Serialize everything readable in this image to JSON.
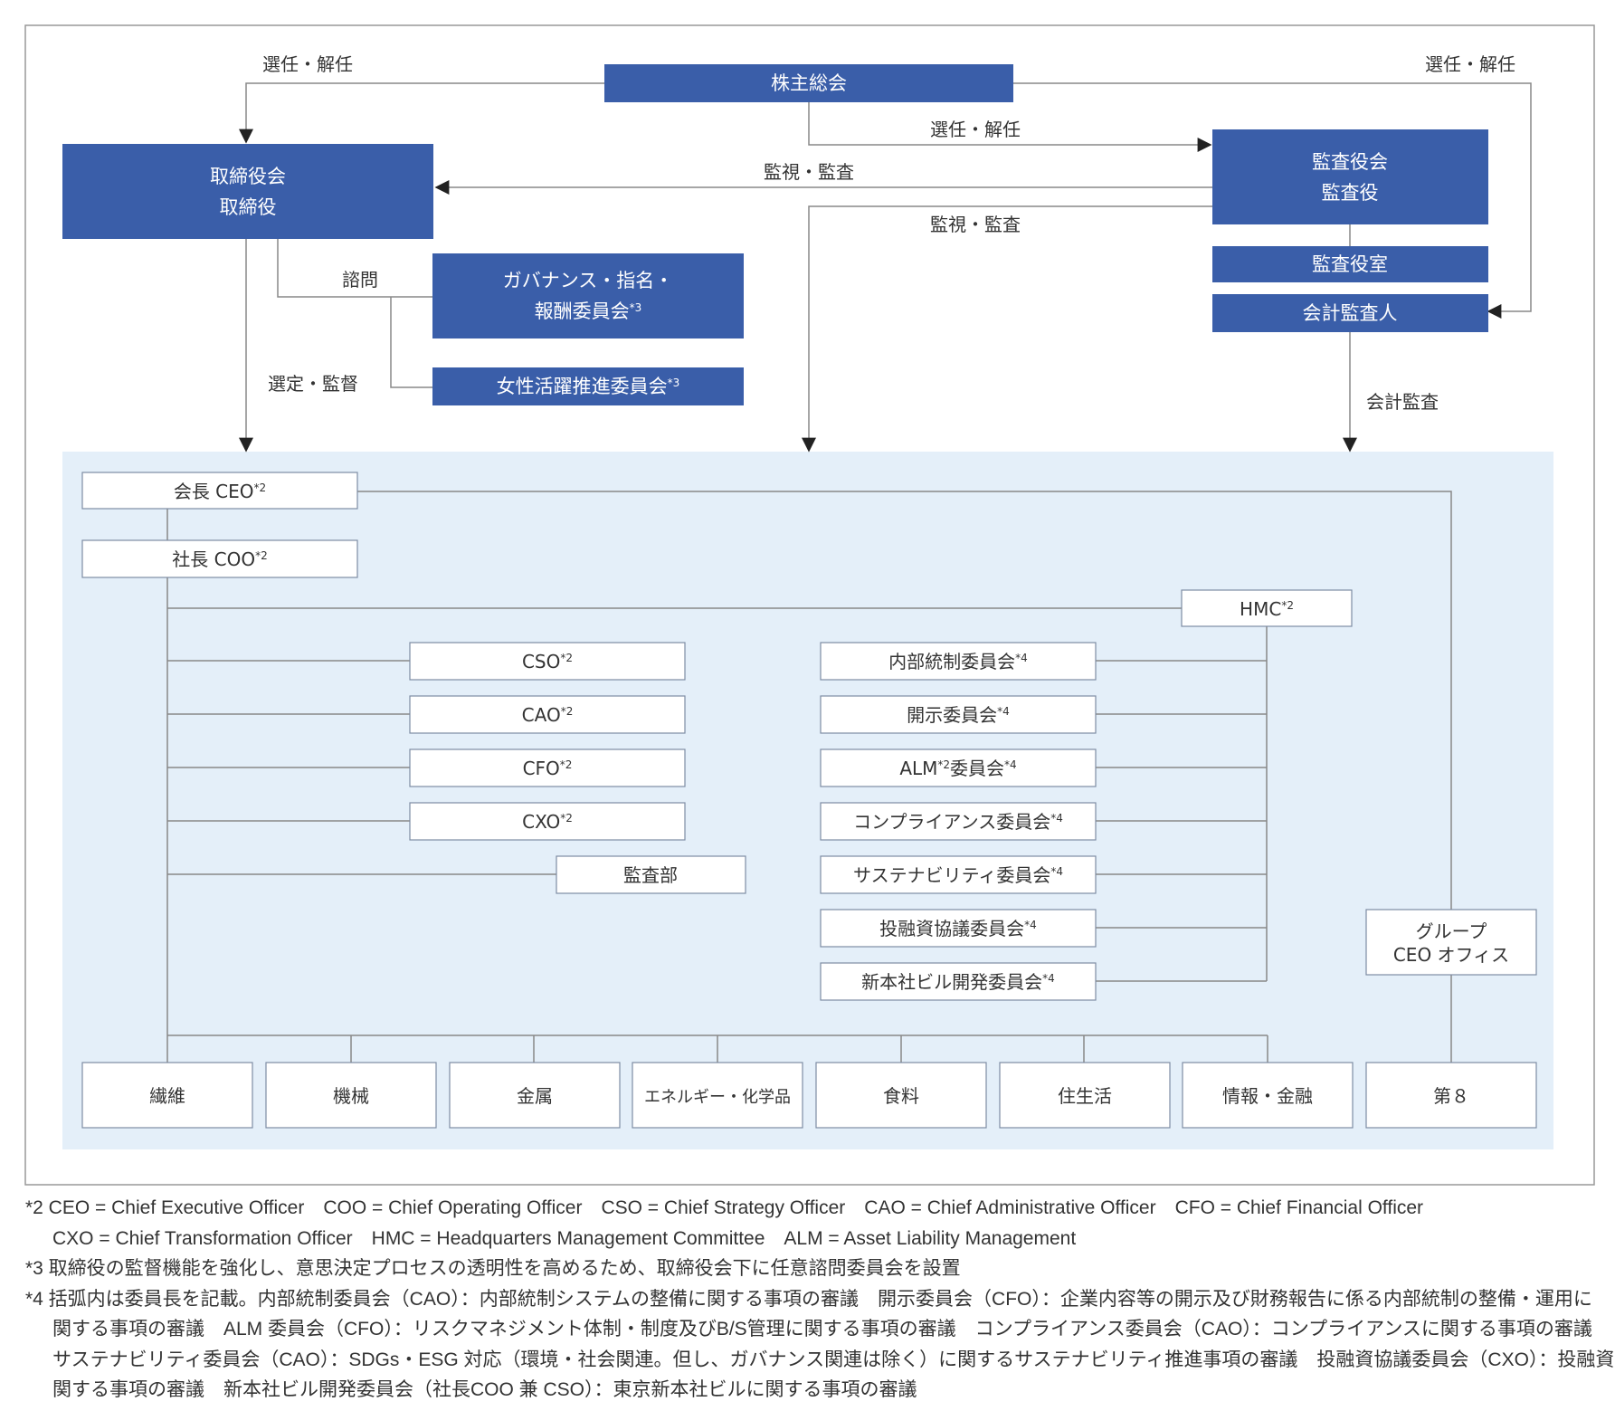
{
  "colors": {
    "accent": "#3a5ea9",
    "panel": "#e4eff9",
    "line": "#888888",
    "frame": "#999999"
  },
  "top": {
    "shareholders": "株主総会",
    "board": [
      "取締役会",
      "取締役"
    ],
    "auditors": [
      "監査役会",
      "監査役"
    ],
    "auditors_office": "監査役室",
    "accounting_auditor": "会計監査人",
    "governance_committee": [
      "ガバナンス・指名・",
      "報酬委員会"
    ],
    "women_committee": "女性活躍推進委員会",
    "note3": "*3"
  },
  "labels": {
    "appoint_dismiss_left": "選任・解任",
    "appoint_dismiss_right": "選任・解任",
    "appoint_dismiss_center": "選任・解任",
    "monitor_audit_1": "監視・監査",
    "monitor_audit_2": "監視・監査",
    "advisory": "諮問",
    "select_supervise": "選定・監督",
    "accounting_audit": "会計監査"
  },
  "executives": {
    "ceo": "会長 CEO",
    "coo": "社長 COO",
    "hmc": "HMC",
    "officers": [
      "CSO",
      "CAO",
      "CFO",
      "CXO"
    ],
    "audit_dept": "監査部",
    "note2": "*2",
    "note4": "*4"
  },
  "committees": [
    "内部統制委員会",
    "開示委員会",
    "ALM",
    "委員会",
    "コンプライアンス委員会",
    "サステナビリティ委員会",
    "投融資協議委員会",
    "新本社ビル開発委員会"
  ],
  "group_ceo_office": [
    "グループ",
    "CEO オフィス"
  ],
  "divisions": [
    "繊維",
    "機械",
    "金属",
    "エネルギー・化学品",
    "食料",
    "住生活",
    "情報・金融",
    "第８"
  ],
  "footnotes": [
    "*2 CEO = Chief Executive Officer　COO = Chief Operating Officer　CSO = Chief Strategy Officer　CAO = Chief Administrative Officer　CFO = Chief Financial Officer",
    "CXO = Chief Transformation Officer　HMC = Headquarters Management Committee　ALM = Asset Liability Management",
    "*3 取締役の監督機能を強化し、意思決定プロセスの透明性を高めるため、取締役会下に任意諮問委員会を設置",
    "*4 括弧内は委員長を記載。内部統制委員会（CAO）：内部統制システムの整備に関する事項の審議　開示委員会（CFO）：企業内容等の開示及び財務報告に係る内部統制の整備・運用に",
    "関する事項の審議　ALM 委員会（CFO）：リスクマネジメント体制・制度及びB/S管理に関する事項の審議　コンプライアンス委員会（CAO）：コンプライアンスに関する事項の審議",
    "サステナビリティ委員会（CAO）：SDGs・ESG 対応（環境・社会関連。但し、ガバナンス関連は除く）に関するサステナビリティ推進事項の審議　投融資協議委員会（CXO）：投融資案件に",
    "関する事項の審議　新本社ビル開発委員会（社長COO 兼 CSO）：東京新本社ビルに関する事項の審議"
  ]
}
